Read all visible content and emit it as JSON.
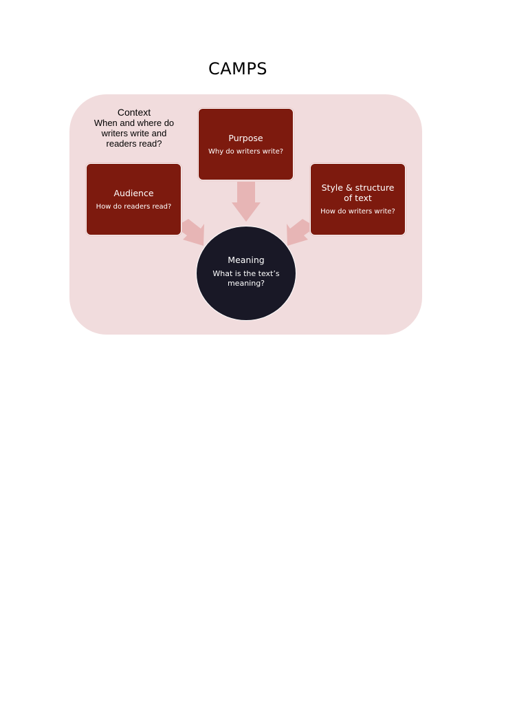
{
  "title": "CAMPS",
  "context": {
    "title": "Context",
    "question": "When and where do writers write and readers read?"
  },
  "purpose": {
    "title": "Purpose",
    "question": "Why do writers write?"
  },
  "audience": {
    "title": "Audience",
    "question": "How do readers read?"
  },
  "style": {
    "title": "Style & structure of text",
    "question": "How do writers write?"
  },
  "meaning": {
    "title": "Meaning",
    "question": "What is the text’s meaning?"
  },
  "colors": {
    "background_panel": "#f1dcdd",
    "box_fill": "#7d1a0e",
    "center_fill": "#191826",
    "arrow_fill": "#e7b5b5"
  }
}
